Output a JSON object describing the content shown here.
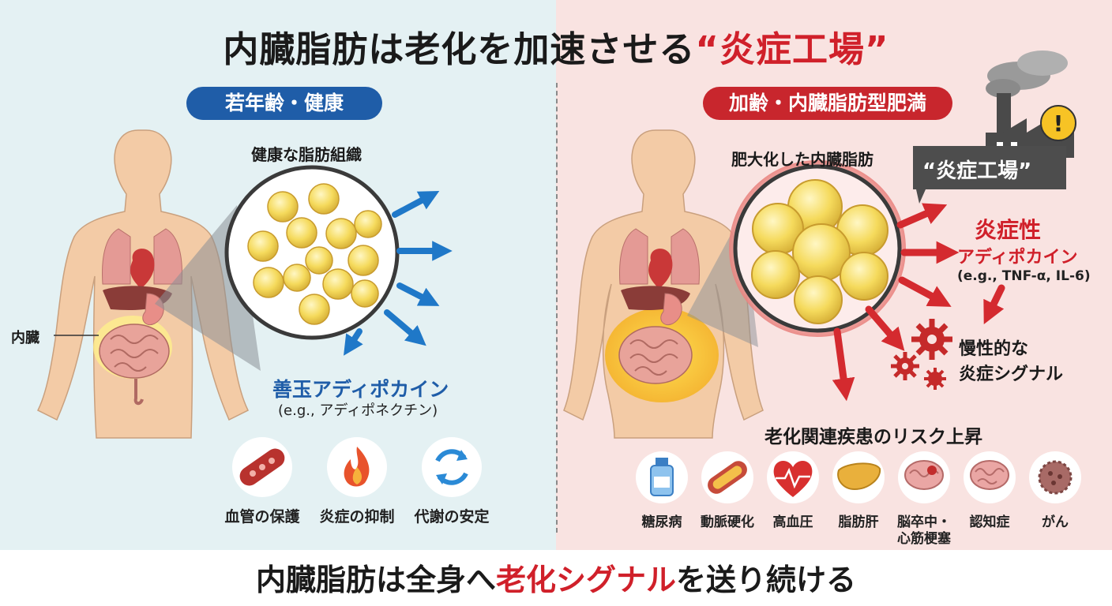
{
  "title": {
    "part1": "内臓脂肪は老化を加速させる",
    "part2": "“炎症工場”"
  },
  "left": {
    "badge": "若年齢・健康",
    "tissue_label": "健康な脂肪組織",
    "organ_label": "内臓",
    "adipokine_title": "善玉アディポカイン",
    "adipokine_example": "(e.g., アディポネクチン)",
    "benefits": [
      {
        "label": "血管の保護",
        "icon": "blood-vessel-icon"
      },
      {
        "label": "炎症の抑制",
        "icon": "flame-icon"
      },
      {
        "label": "代謝の安定",
        "icon": "cycle-arrows-icon"
      }
    ]
  },
  "right": {
    "badge": "加齢・内臓脂肪型肥満",
    "tissue_label": "肥大化した内臓脂肪",
    "factory_label": "“炎症工場”",
    "adipokine_title": "炎症性",
    "adipokine_sub": "アディポカイン",
    "adipokine_example": "(e.g., TNF-α, IL-6)",
    "signal_line1": "慢性的な",
    "signal_line2": "炎症シグナル",
    "risk_title": "老化関連疾患のリスク上昇",
    "diseases": [
      {
        "label": "糖尿病",
        "icon": "bottle-icon"
      },
      {
        "label": "動脈硬化",
        "icon": "artery-icon"
      },
      {
        "label": "高血圧",
        "icon": "heart-pulse-icon"
      },
      {
        "label": "脂肪肝",
        "icon": "liver-icon"
      },
      {
        "label": "脳卒中・",
        "label2": "心筋梗塞",
        "icon": "brain-stroke-icon"
      },
      {
        "label": "認知症",
        "icon": "brain-icon"
      },
      {
        "label": "がん",
        "icon": "cancer-cell-icon"
      }
    ]
  },
  "footer": {
    "part1": "内臓脂肪は全身へ",
    "part2": "老化シグナル",
    "part3": "を送り続ける"
  },
  "colors": {
    "left_bg": "#e4f1f3",
    "right_bg": "#f9e3e1",
    "blue_accent": "#1f5da8",
    "red_accent": "#d0202a"
  }
}
